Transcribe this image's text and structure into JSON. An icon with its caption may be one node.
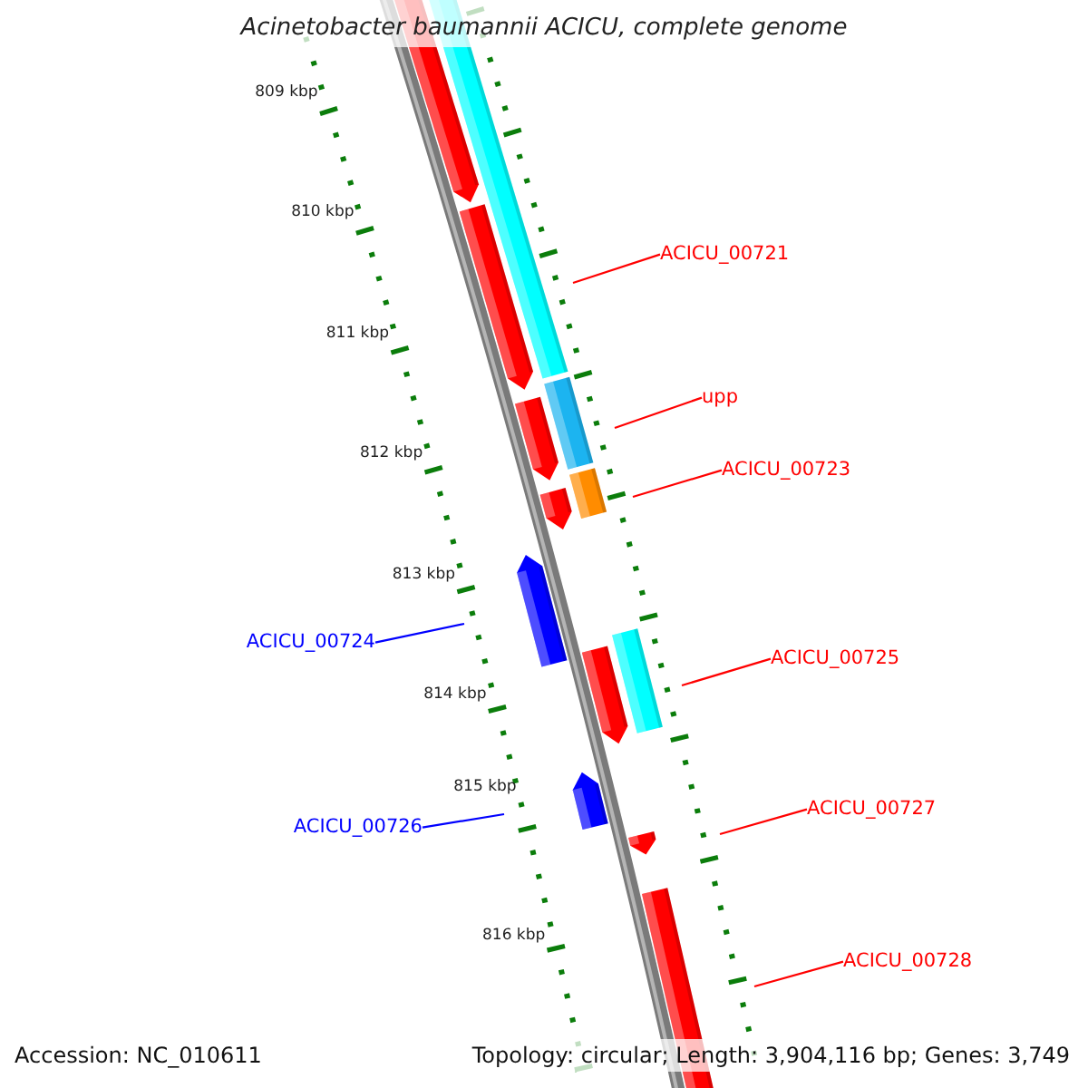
{
  "diagram": {
    "title": "Acinetobacter baumannii ACICU, complete genome",
    "nodes": [
      {
        "text": [
          "ACICU_00721"
        ]
      },
      {
        "text": [
          "upp"
        ]
      },
      {
        "text": [
          "ACICU_00723"
        ]
      },
      {
        "text": [
          "ACICU_00724"
        ]
      },
      {
        "text": [
          "ACICU_00725"
        ]
      },
      {
        "text": [
          "ACICU_00726"
        ]
      },
      {
        "text": [
          "ACICU_00727"
        ]
      },
      {
        "text": [
          "ACICU_00728"
        ]
      }
    ],
    "edges": [
      {
        "from": 0,
        "to": null,
        "arrow": "none"
      },
      {
        "from": 1,
        "to": null,
        "arrow": "none"
      },
      {
        "from": 2,
        "to": null,
        "arrow": "none"
      },
      {
        "from": 3,
        "to": null,
        "arrow": "none",
        "color": "#0000ff"
      },
      {
        "from": 4,
        "to": null,
        "arrow": "none"
      },
      {
        "from": 5,
        "to": null,
        "arrow": "none",
        "color": "#0000ff"
      },
      {
        "from": 6,
        "to": null,
        "arrow": "none"
      },
      {
        "from": 7,
        "to": null,
        "arrow": "none"
      }
    ],
    "labels": [
      "809 kbp",
      "810 kbp",
      "811 kbp",
      "812 kbp",
      "813 kbp",
      "814 kbp",
      "815 kbp",
      "816 kbp",
      "Accession: NC_010611",
      "Topology: circular; Length: 3,904,116 bp; Genes: 3,749"
    ]
  }
}
